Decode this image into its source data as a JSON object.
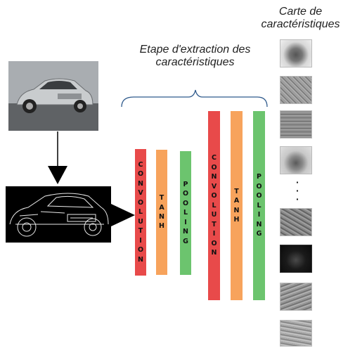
{
  "labels": {
    "feature_map_title": "Carte de caractéristiques",
    "extraction_stage": "Etape d'extraction des caractéristiques"
  },
  "bars": [
    {
      "text": "CONVOLUTION",
      "color": "#e84a4a"
    },
    {
      "text": "TANH",
      "color": "#f7a35c"
    },
    {
      "text": "POOLING",
      "color": "#6cc46e"
    },
    {
      "text": "CONVOLUTION",
      "color": "#e84a4a"
    },
    {
      "text": "TANH",
      "color": "#f7a35c"
    },
    {
      "text": "POOLING",
      "color": "#6cc46e"
    }
  ],
  "ellipsis": "· · ·",
  "colors": {
    "brace": "#2f5a8c",
    "arrow": "#000000"
  }
}
